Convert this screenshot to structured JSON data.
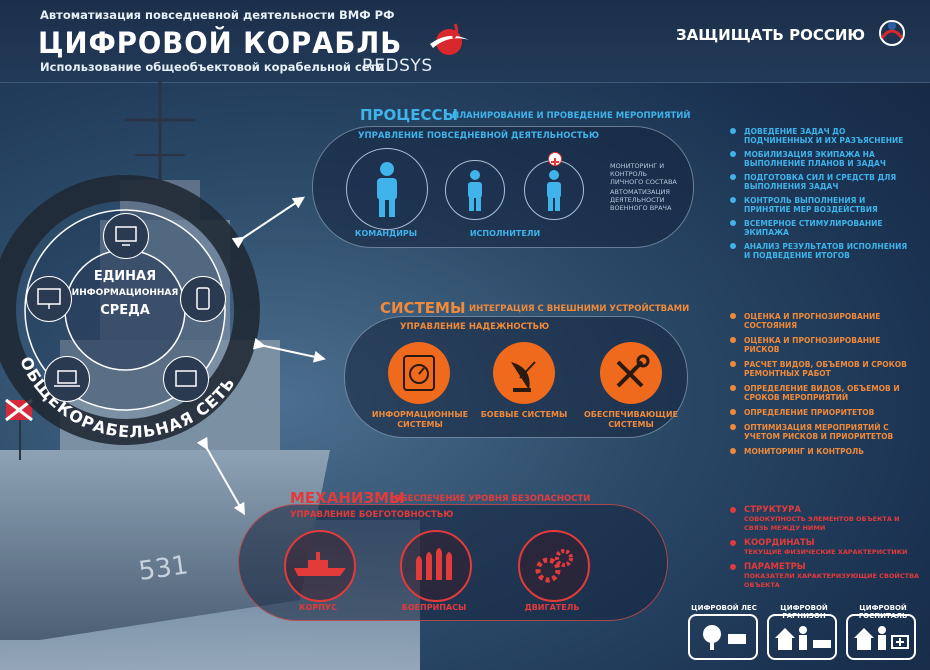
{
  "header": {
    "subtitle_top": "Автоматизация повседневной деятельности ВМФ РФ",
    "title": "ЦИФРОВОЙ КОРАБЛЬ",
    "subtitle_bottom": "Использование общеобъектовой корабельной сети",
    "brand": "REDSYS",
    "right_title": "ЗАЩИЩАТЬ РОССИЮ"
  },
  "ring": {
    "center_line1": "ЕДИНАЯ",
    "center_line2": "ИНФОРМАЦИОННАЯ",
    "center_line3": "СРЕДА",
    "arc_text": "ОБЩЕКОРАБЕЛЬНАЯ СЕТЬ"
  },
  "processes": {
    "title": "ПРОЦЕССЫ",
    "subtitle": "ПЛАНИРОВАНИЕ И ПРОВЕДЕНИЕ МЕРОПРИЯТИЙ",
    "box_label": "УПРАВЛЕНИЕ ПОВСЕДНЕВНОЙ ДЕЯТЕЛЬНОСТЬЮ",
    "commanders": "КОМАНДИРЫ",
    "executors": "ИСПОЛНИТЕЛИ",
    "note1": "МОНИТОРИНГ И КОНТРОЛЬ ЛИЧНОГО СОСТАВА",
    "note2": "АВТОМАТИЗАЦИЯ ДЕЯТЕЛЬНОСТИ ВОЕННОГО ВРАЧА",
    "items": [
      "ДОВЕДЕНИЕ ЗАДАЧ ДО ПОДЧИНЕННЫХ И ИХ РАЗЪЯСНЕНИЕ",
      "МОБИЛИЗАЦИЯ ЭКИПАЖА НА ВЫПОЛНЕНИЕ ПЛАНОВ И ЗАДАЧ",
      "ПОДГОТОВКА СИЛ И СРЕДСТВ ДЛЯ ВЫПОЛНЕНИЯ ЗАДАЧ",
      "КОНТРОЛЬ ВЫПОЛНЕНИЯ И ПРИНЯТИЕ МЕР ВОЗДЕЙСТВИЯ",
      "ВСЕМЕРНОЕ СТИМУЛИРОВАНИЕ ЭКИПАЖА",
      "АНАЛИЗ РЕЗУЛЬТАТОВ ИСПОЛНЕНИЯ И ПОДВЕДЕНИЕ ИТОГОВ"
    ]
  },
  "systems": {
    "title": "СИСТЕМЫ",
    "subtitle": "ИНТЕГРАЦИЯ С ВНЕШНИМИ УСТРОЙСТВАМИ",
    "box_label": "УПРАВЛЕНИЕ НАДЕЖНОСТЬЮ",
    "info_line1": "ИНФОРМАЦИОННЫЕ",
    "info_line2": "СИСТЕМЫ",
    "combat": "БОЕВЫЕ СИСТЕМЫ",
    "support_line1": "ОБЕСПЕЧИВАЮЩИЕ",
    "support_line2": "СИСТЕМЫ",
    "items": [
      "ОЦЕНКА И ПРОГНОЗИРОВАНИЕ СОСТОЯНИЯ",
      "ОЦЕНКА И ПРОГНОЗИРОВАНИЕ РИСКОВ",
      "РАСЧЕТ ВИДОВ, ОБЪЕМОВ И СРОКОВ РЕМОНТНЫХ РАБОТ",
      "ОПРЕДЕЛЕНИЕ ВИДОВ, ОБЪЕМОВ И СРОКОВ МЕРОПРИЯТИЙ",
      "ОПРЕДЕЛЕНИЕ ПРИОРИТЕТОВ",
      "ОПТИМИЗАЦИЯ МЕРОПРИЯТИЙ С УЧЕТОМ РИСКОВ И ПРИОРИТЕТОВ",
      "МОНИТОРИНГ И КОНТРОЛЬ"
    ]
  },
  "mechanisms": {
    "title": "МЕХАНИЗМЫ",
    "subtitle": "ОБЕСПЕЧЕНИЕ УРОВНЯ БЕЗОПАСНОСТИ",
    "box_label": "УПРАВЛЕНИЕ БОЕГОТОВНОСТЬЮ",
    "hull": "КОРПУС",
    "ammo": "БОЕПРИПАСЫ",
    "engine": "ДВИГАТЕЛЬ",
    "items": [
      {
        "head": "СТРУКТУРА",
        "text": "СОВОКУПНОСТЬ ЭЛЕМЕНТОВ ОБЪЕКТА И СВЯЗЬ МЕЖДУ НИМИ"
      },
      {
        "head": "КООРДИНАТЫ",
        "text": "ТЕКУЩИЕ ФИЗИЧЕСКИЕ ХАРАКТЕРИСТИКИ"
      },
      {
        "head": "ПАРАМЕТРЫ",
        "text": "ПОКАЗАТЕЛИ ХАРАКТЕРИЗУЮЩИЕ СВОЙСТВА ОБЪЕКТА"
      }
    ]
  },
  "footer": {
    "forest": "ЦИФРОВОЙ ЛЕС",
    "garrison": "ЦИФРОВОЙ ГАРНИЗОН",
    "hospital": "ЦИФРОВОЙ ГОСПИТАЛЬ"
  },
  "colors": {
    "blue": "#3fb3ea",
    "orange": "#f08a3a",
    "red": "#e33a3a"
  }
}
